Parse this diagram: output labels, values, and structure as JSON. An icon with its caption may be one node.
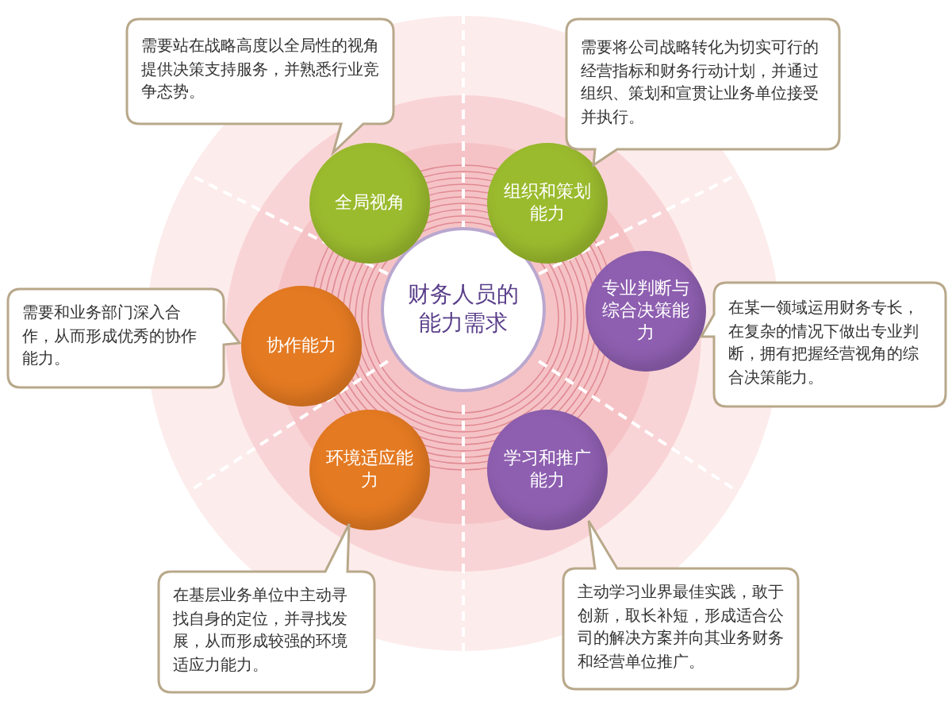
{
  "diagram": {
    "nodes": [
      {
        "text": [
          "财务人员的能力需求"
        ]
      },
      {
        "text": [
          "全局视角"
        ]
      },
      {
        "text": [
          "组织和策划能力"
        ]
      },
      {
        "text": [
          "协作能力"
        ]
      },
      {
        "text": [
          "专业判断与综合决策能力"
        ]
      },
      {
        "text": [
          "环境适应能力"
        ]
      },
      {
        "text": [
          "学习和推广能力"
        ]
      },
      {
        "text": [
          "需要站在战略高度以全局性的视角提供决策支持服务，并熟悉行业竞争态势。"
        ]
      },
      {
        "text": [
          "需要将公司战略转化为切实可行的经营指标和财务行动计划，并通过组织、策划和宣贯让业务单位接受并执行。"
        ]
      },
      {
        "text": [
          "需要和业务部门深入合作，从而形成优秀的协作能力。"
        ]
      },
      {
        "text": [
          "在某一领域运用财务专长，在复杂的情况下做出专业判断，拥有把握经营视角的综合决策能力。"
        ]
      },
      {
        "text": [
          "在基层业务单位中主动寻找自身的定位，并寻找发展，从而形成较强的环境适应力能力。"
        ]
      },
      {
        "text": [
          "主动学习业界最佳实践，敢于创新，取长补短，形成适合公司的解决方案并向其业务财务和经营单位推广。"
        ]
      }
    ]
  }
}
